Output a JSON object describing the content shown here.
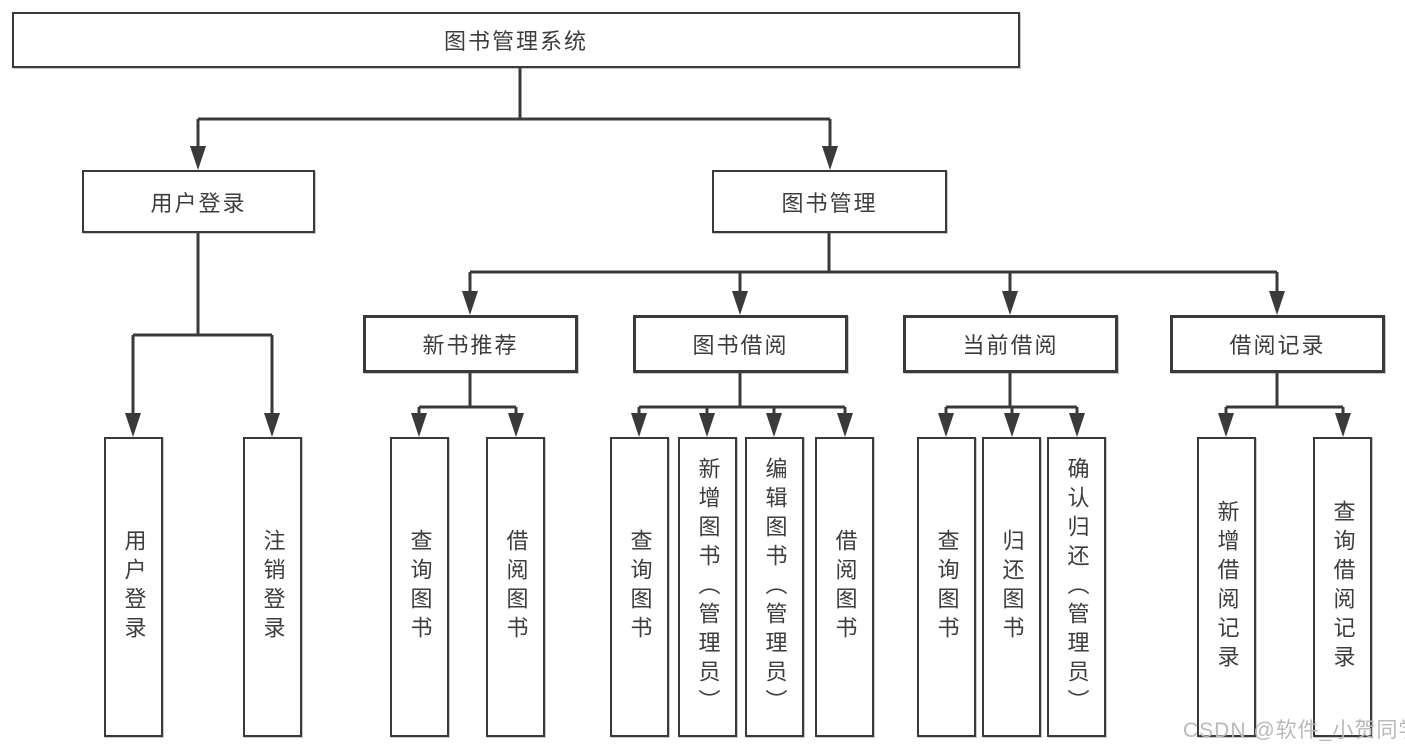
{
  "diagram": {
    "root": {
      "label": "图书管理系统"
    },
    "branches": [
      {
        "label": "用户登录",
        "children": [
          {
            "label": "用户登录"
          },
          {
            "label": "注销登录"
          }
        ]
      },
      {
        "label": "图书管理",
        "children": [
          {
            "label": "新书推荐",
            "children": [
              {
                "label": "查询图书"
              },
              {
                "label": "借阅图书"
              }
            ]
          },
          {
            "label": "图书借阅",
            "children": [
              {
                "label": "查询图书"
              },
              {
                "label": "新增图书（管理员）"
              },
              {
                "label": "编辑图书（管理员）"
              },
              {
                "label": "借阅图书"
              }
            ]
          },
          {
            "label": "当前借阅",
            "children": [
              {
                "label": "查询图书"
              },
              {
                "label": "归还图书"
              },
              {
                "label": "确认归还（管理员）"
              }
            ]
          },
          {
            "label": "借阅记录",
            "children": [
              {
                "label": "新增借阅记录"
              },
              {
                "label": "查询借阅记录"
              }
            ]
          }
        ]
      }
    ]
  },
  "watermark": {
    "text": "CSDN @软件_小贺同学"
  },
  "colors": {
    "line": "#3a3a3a",
    "text": "#3d3d3d",
    "box_fill": "#ffffff",
    "background": "#ffffff",
    "watermark": "#b9b9b9"
  }
}
